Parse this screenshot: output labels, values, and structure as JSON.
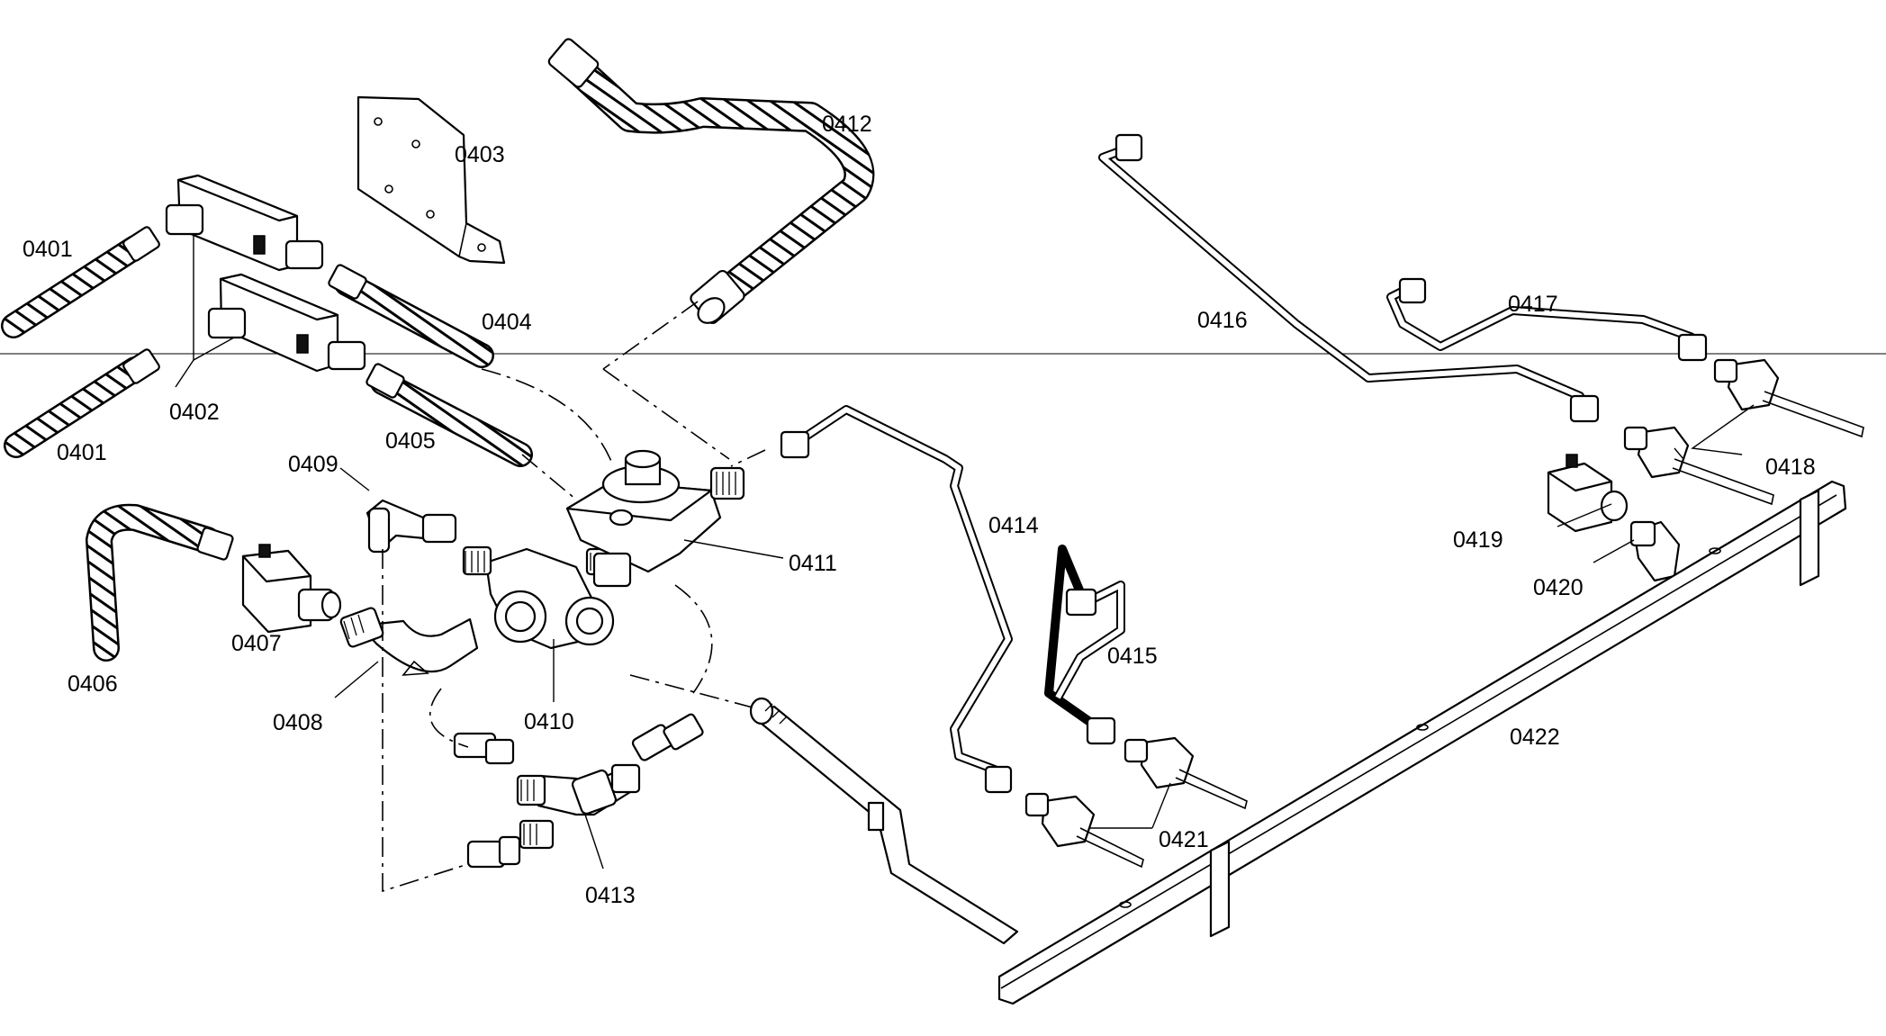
{
  "diagram": {
    "labels": {
      "p0401a": "0401",
      "p0401b": "0401",
      "p0402": "0402",
      "p0403": "0403",
      "p0404": "0404",
      "p0405": "0405",
      "p0406": "0406",
      "p0407": "0407",
      "p0408": "0408",
      "p0409": "0409",
      "p0410": "0410",
      "p0411": "0411",
      "p0412": "0412",
      "p0413": "0413",
      "p0414": "0414",
      "p0415": "0415",
      "p0416": "0416",
      "p0417": "0417",
      "p0418": "0418",
      "p0419": "0419",
      "p0420": "0420",
      "p0421": "0421",
      "p0422": "0422"
    }
  }
}
